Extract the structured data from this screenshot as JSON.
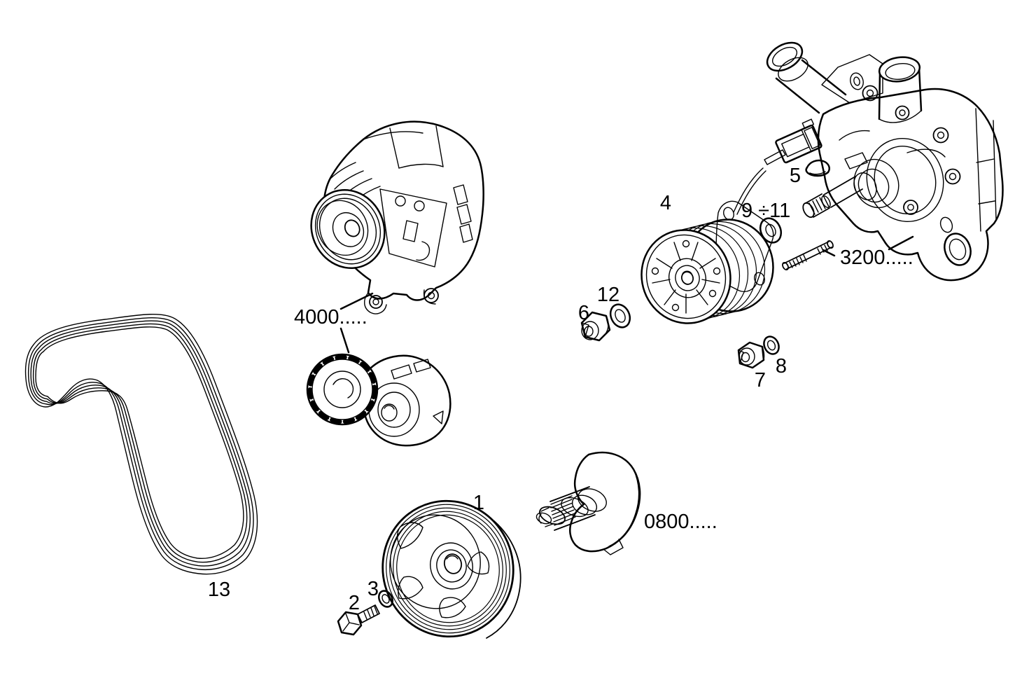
{
  "colors": {
    "background": "#ffffff",
    "line": "#000000"
  },
  "callouts": {
    "item_1": "1",
    "item_2": "2",
    "item_3": "3",
    "item_4": "4",
    "item_5": "5",
    "item_6": "6",
    "item_7": "7",
    "item_8": "8",
    "item_9_11": "9 ÷11",
    "item_12": "12",
    "item_13": "13"
  },
  "part_codes": {
    "alternator_group": "4000.....",
    "water_pump_group": "3200.....",
    "crankshaft_group": "0800....."
  }
}
